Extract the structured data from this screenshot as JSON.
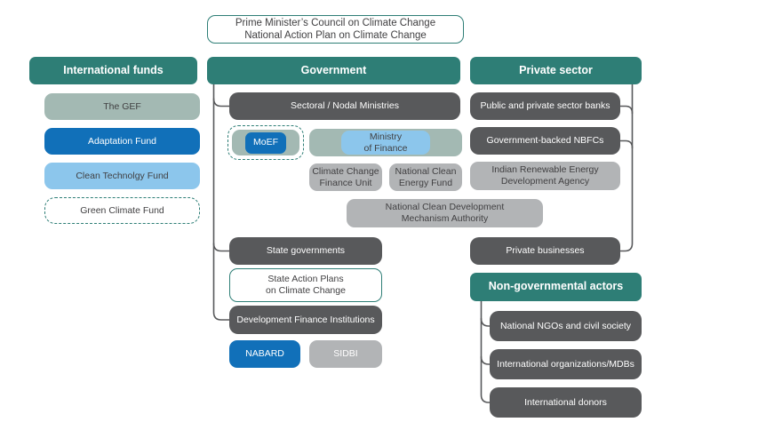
{
  "pm_box": {
    "label": "Prime Minister’s Council on Climate Change\nNational Action Plan on Climate Change"
  },
  "funds": {
    "header": "International funds",
    "gef": "The GEF",
    "adaptation": "Adaptation Fund",
    "ctf": "Clean Technolgy Fund",
    "gcf": "Green Climate Fund"
  },
  "government": {
    "header": "Government",
    "sectoral": "Sectoral / Nodal Ministries",
    "moef": "MoEF",
    "mof": "Ministry\nof Finance",
    "ccfu": "Climate Change\nFinance Unit",
    "ncef": "National Clean\nEnergy Fund",
    "ncdma": "National Clean Development\nMechanism Authority",
    "state_govs": "State governments",
    "sapcc": "State Action Plans\non Climate Change",
    "dfi": "Development Finance Institutions",
    "nabard": "NABARD",
    "sidbi": "SIDBI"
  },
  "private_sector": {
    "header": "Private sector",
    "banks": "Public and private sector banks",
    "nbfcs": "Government-backed NBFCs",
    "ireda": "Indian Renewable Energy\nDevelopment Agency",
    "businesses": "Private businesses"
  },
  "ngo": {
    "header": "Non-governmental actors",
    "national_ngos": "National NGOs and civil society",
    "intl_orgs": "International organizations/MDBs",
    "intl_donors": "International donors"
  },
  "colors": {
    "teal": "#2E7E76",
    "dark_gray": "#58595B",
    "mid_gray": "#B2B4B6",
    "sage_green": "#A3B9B3",
    "blue": "#1170B9",
    "light_blue": "#8CC6EC",
    "text_dark": "#414042",
    "connector": "#58595B",
    "background": "#FFFFFF"
  }
}
